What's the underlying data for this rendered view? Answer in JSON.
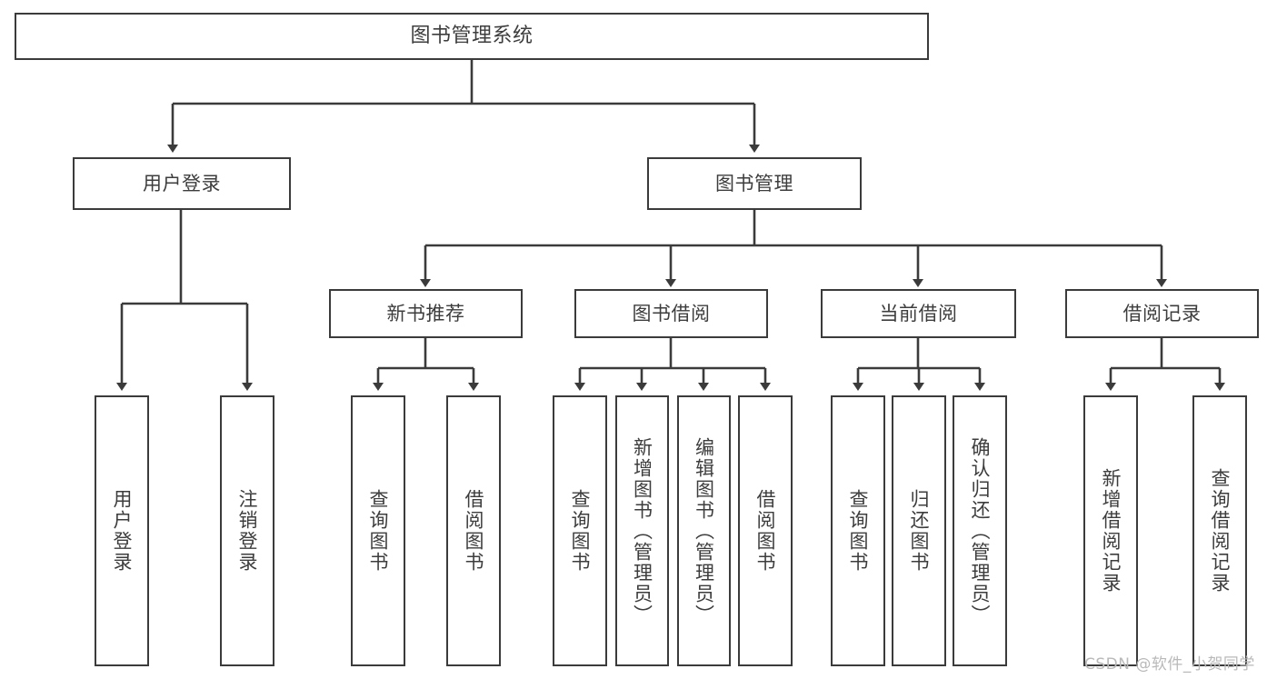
{
  "diagram": {
    "title": "图书管理系统",
    "root": {
      "label": "图书管理系统"
    },
    "level2": [
      {
        "label": "用户登录"
      },
      {
        "label": "图书管理"
      }
    ],
    "level3": [
      {
        "label": "新书推荐"
      },
      {
        "label": "图书借阅"
      },
      {
        "label": "当前借阅"
      },
      {
        "label": "借阅记录"
      }
    ],
    "leaves": {
      "user_login": [
        {
          "label": "用户登录"
        },
        {
          "label": "注销登录"
        }
      ],
      "new_book": [
        {
          "label": "查询图书"
        },
        {
          "label": "借阅图书"
        }
      ],
      "book_borrow": [
        {
          "label": "查询图书"
        },
        {
          "label": "新增图书（管理员）"
        },
        {
          "label": "编辑图书（管理员）"
        },
        {
          "label": "借阅图书"
        }
      ],
      "current_borrow": [
        {
          "label": "查询图书"
        },
        {
          "label": "归还图书"
        },
        {
          "label": "确认归还（管理员）"
        }
      ],
      "borrow_record": [
        {
          "label": "新增借阅记录"
        },
        {
          "label": "查询借阅记录"
        }
      ]
    }
  },
  "watermark": {
    "text": "CSDN @软件_小贺同学"
  },
  "colors": {
    "stroke": "#3b3b3b",
    "text": "#3d3d3d",
    "background": "#ffffff",
    "watermark": "#b9b9b9"
  }
}
